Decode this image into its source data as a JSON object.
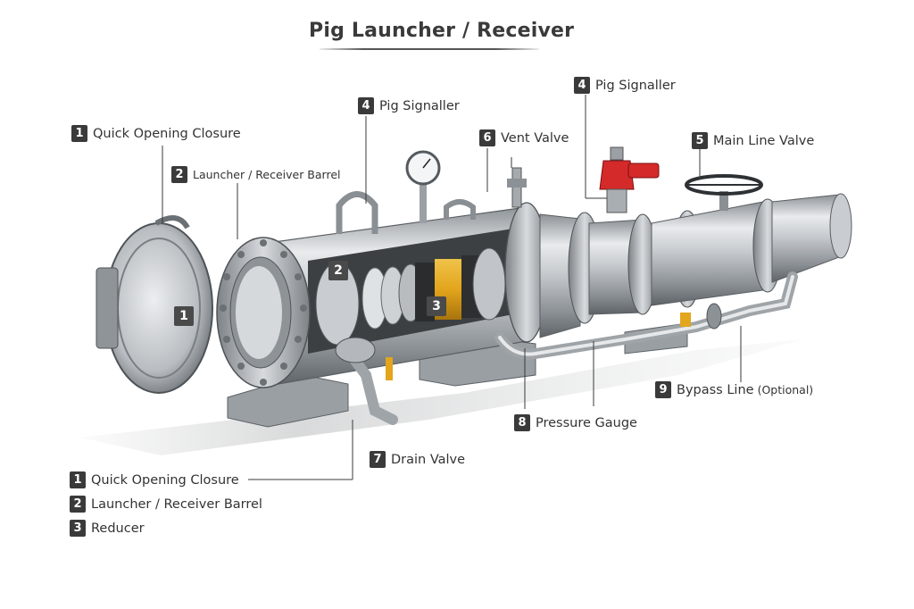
{
  "title": "Pig Launcher / Receiver",
  "callouts": [
    {
      "num": "1",
      "label": "Quick Opening Closure"
    },
    {
      "num": "2",
      "label": "Launcher / Receiver Barrel"
    },
    {
      "num": "4",
      "label": "Pig Signaller"
    },
    {
      "num": "6",
      "label": "Vent Valve"
    },
    {
      "num": "4",
      "label": "Pig Signaller"
    },
    {
      "num": "5",
      "label": "Main Line Valve"
    },
    {
      "num": "9",
      "label": "Bypass Line",
      "note": "(Optional)"
    },
    {
      "num": "8",
      "label": "Pressure Gauge"
    },
    {
      "num": "7",
      "label": "Drain Valve"
    }
  ],
  "inline_badges": [
    "1",
    "2",
    "3"
  ],
  "legend": [
    {
      "num": "1",
      "label": "Quick Opening Closure"
    },
    {
      "num": "2",
      "label": "Launcher / Receiver Barrel"
    },
    {
      "num": "3",
      "label": "Reducer"
    }
  ],
  "colors": {
    "steel": "#b8bcc0",
    "steel_dark": "#6f7478",
    "signaller_red": "#d42a2a",
    "pig_yellow": "#e2a51c",
    "badge": "#3a3a3a"
  }
}
